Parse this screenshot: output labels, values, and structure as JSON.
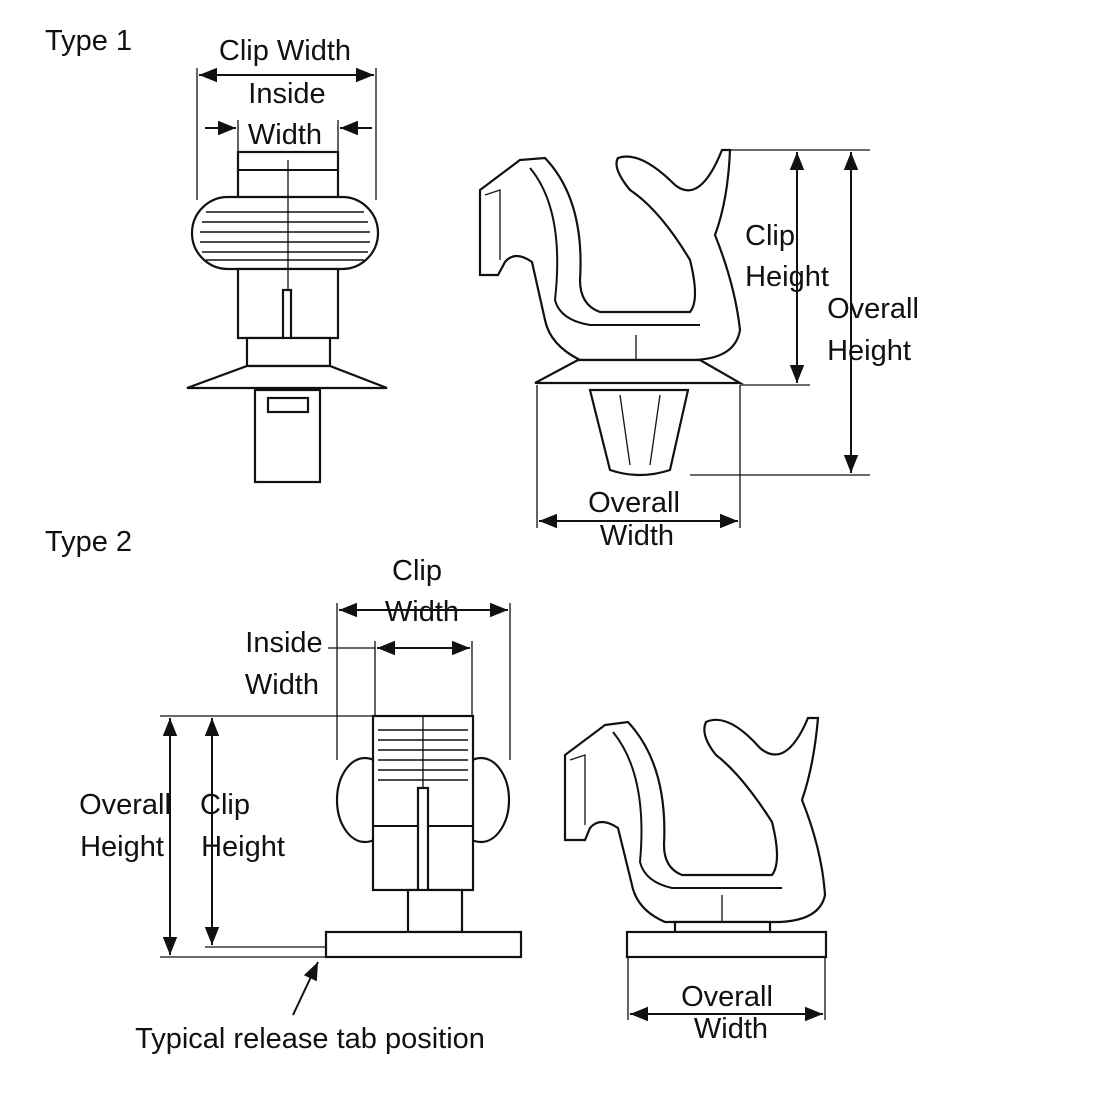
{
  "type1": {
    "heading": "Type 1",
    "clip_width": "Clip Width",
    "inside_width": [
      "Inside",
      "Width"
    ],
    "clip_height": [
      "Clip",
      "Height"
    ],
    "overall_height": [
      "Overall",
      "Height"
    ],
    "overall_width": [
      "Overall",
      "Width"
    ]
  },
  "type2": {
    "heading": "Type 2",
    "clip_width": [
      "Clip",
      "Width"
    ],
    "inside_width": [
      "Inside",
      "Width"
    ],
    "overall_height": [
      "Overall",
      "Height"
    ],
    "clip_height": [
      "Clip",
      "Height"
    ],
    "overall_width": [
      "Overall",
      "Width"
    ],
    "release_tab_note": "Typical release tab position"
  }
}
